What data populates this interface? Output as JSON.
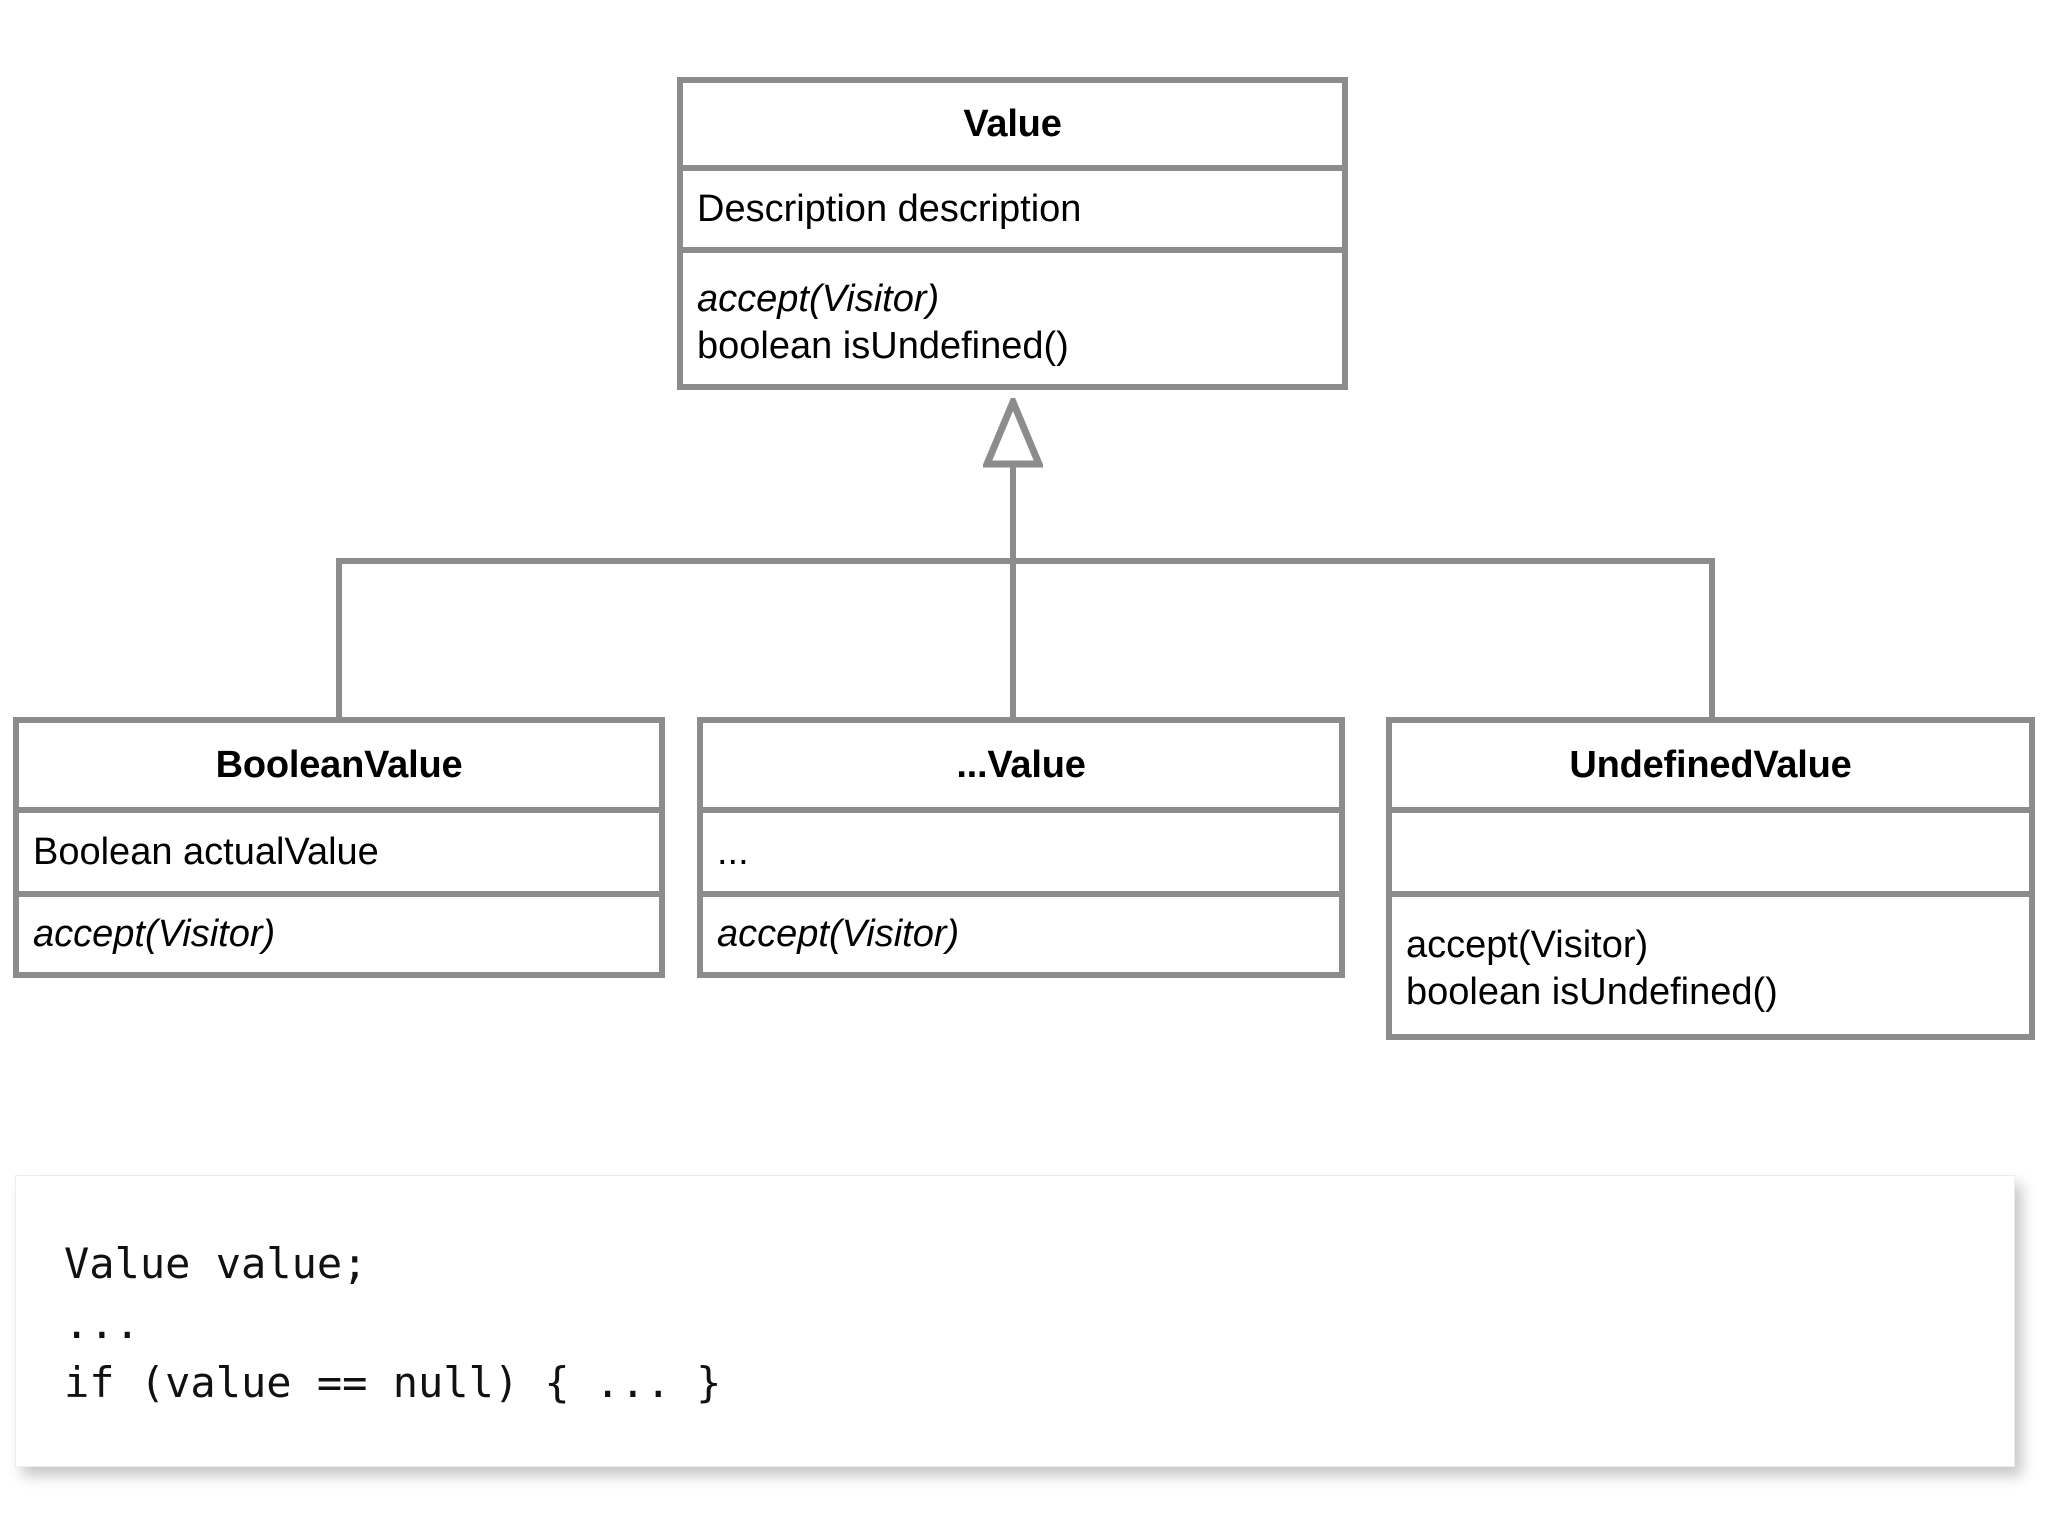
{
  "diagram": {
    "type": "uml-class-diagram",
    "relationship": "generalization",
    "classes": {
      "base": {
        "name": "Value",
        "attributes": [
          "Description description"
        ],
        "methods": [
          "accept(Visitor)",
          "boolean isUndefined()"
        ],
        "abstract_methods": [
          "accept(Visitor)"
        ]
      },
      "boolean_value": {
        "name": "BooleanValue",
        "attributes": [
          "Boolean actualValue"
        ],
        "methods": [
          "accept(Visitor)"
        ],
        "abstract_methods": [
          "accept(Visitor)"
        ]
      },
      "ellipsis_value": {
        "name": "...Value",
        "attributes": [
          "..."
        ],
        "methods": [
          "accept(Visitor)"
        ],
        "abstract_methods": [
          "accept(Visitor)"
        ]
      },
      "undefined_value": {
        "name": "UndefinedValue",
        "attributes": [
          ""
        ],
        "methods": [
          "accept(Visitor)",
          "boolean isUndefined()"
        ],
        "abstract_methods": []
      }
    }
  },
  "code_snippet": {
    "language": "java",
    "lines": [
      "Value value;",
      "...",
      "if (value == null) { ... }"
    ]
  },
  "colors": {
    "border": "#8c8c8c",
    "text": "#000000",
    "panel_background": "#ffffff",
    "page_background": "#ffffff"
  }
}
